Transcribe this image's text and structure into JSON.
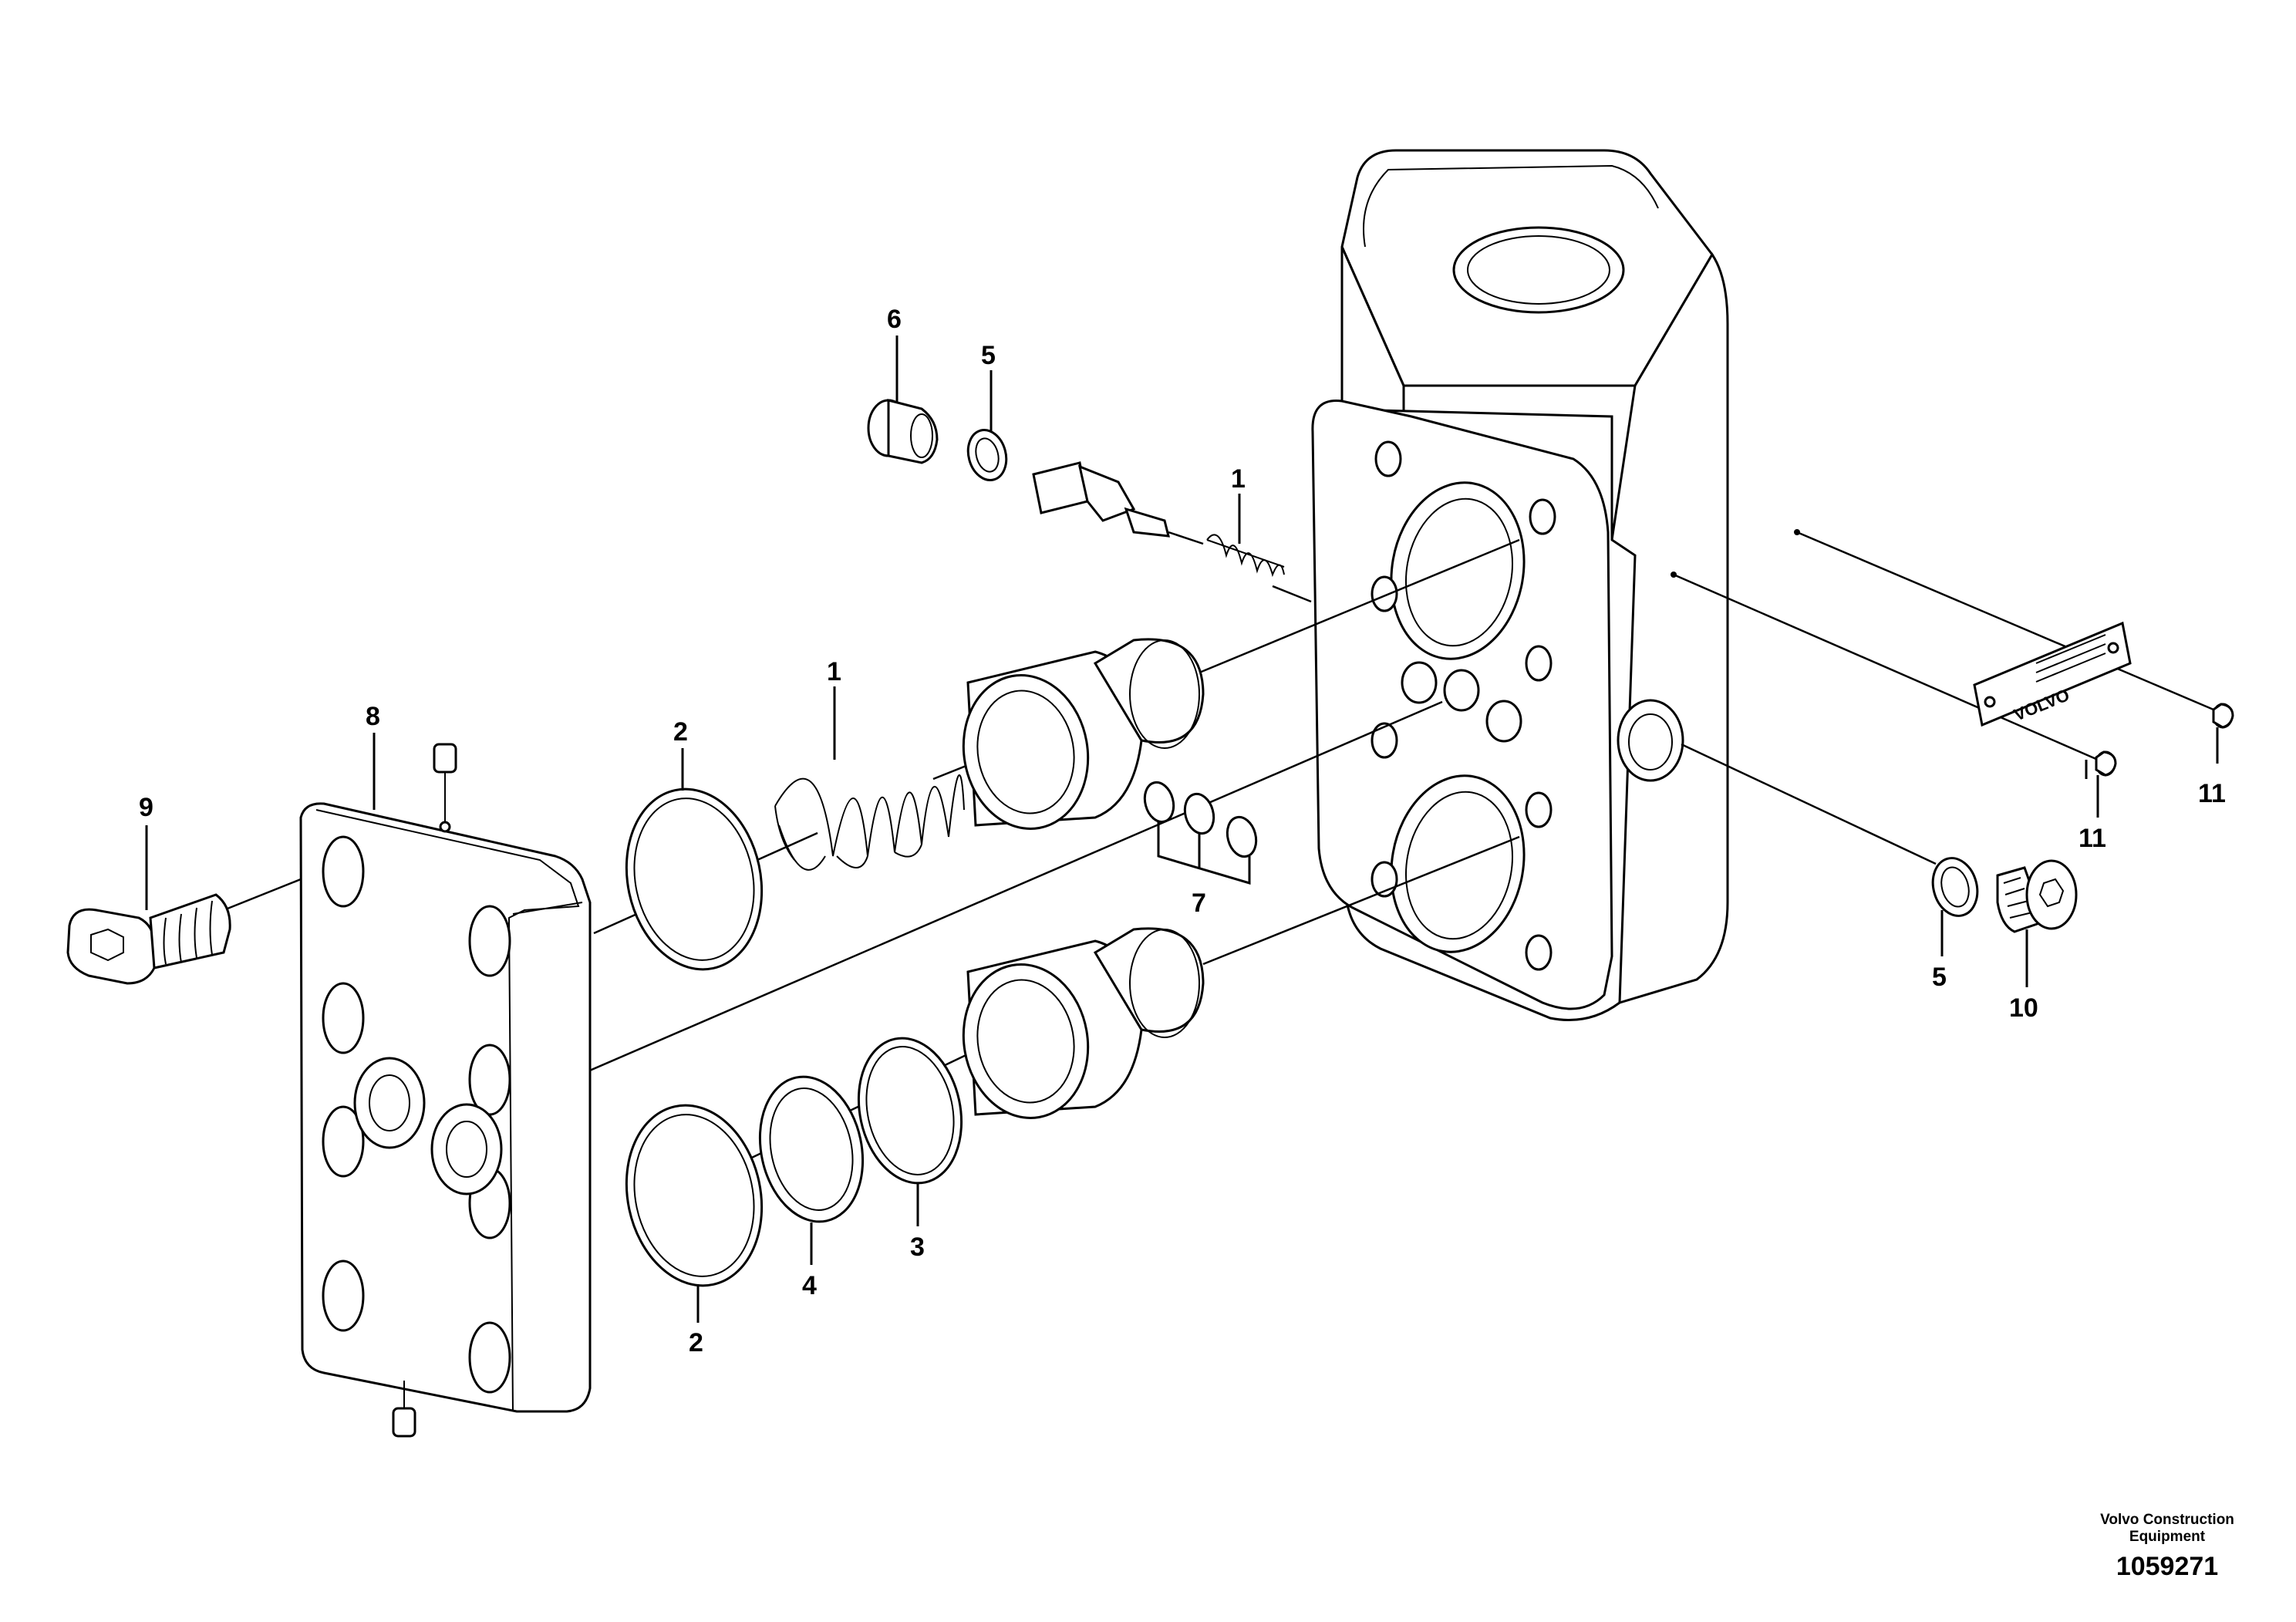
{
  "callouts": {
    "c6": "6",
    "c5a": "5",
    "c1a": "1",
    "c1b": "1",
    "c8": "8",
    "c9": "9",
    "c2a": "2",
    "c7": "7",
    "c11a": "11",
    "c11b": "11",
    "c5b": "5",
    "c10": "10",
    "c2b": "2",
    "c4": "4",
    "c3": "3"
  },
  "nameplate": {
    "text": "VOLVO"
  },
  "credit": {
    "line1": "Volvo Construction",
    "line2": "Equipment",
    "number": "1059271"
  }
}
